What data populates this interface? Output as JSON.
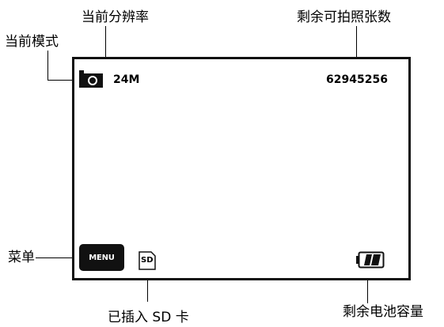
{
  "callouts": {
    "mode": "当前模式",
    "resolution": "当前分辨率",
    "remaining_shots": "剩余可拍照张数",
    "menu": "菜单",
    "sd_inserted": "已插入 SD 卡",
    "battery": "剩余电池容量"
  },
  "osd": {
    "resolution_value": "24M",
    "shots_remaining_value": "62945256",
    "menu_label": "MENU",
    "sd_label": "SD",
    "battery_level": 0.67
  },
  "icons": {
    "mode": "camera-icon",
    "sd": "sd-card-icon",
    "battery": "battery-icon"
  }
}
